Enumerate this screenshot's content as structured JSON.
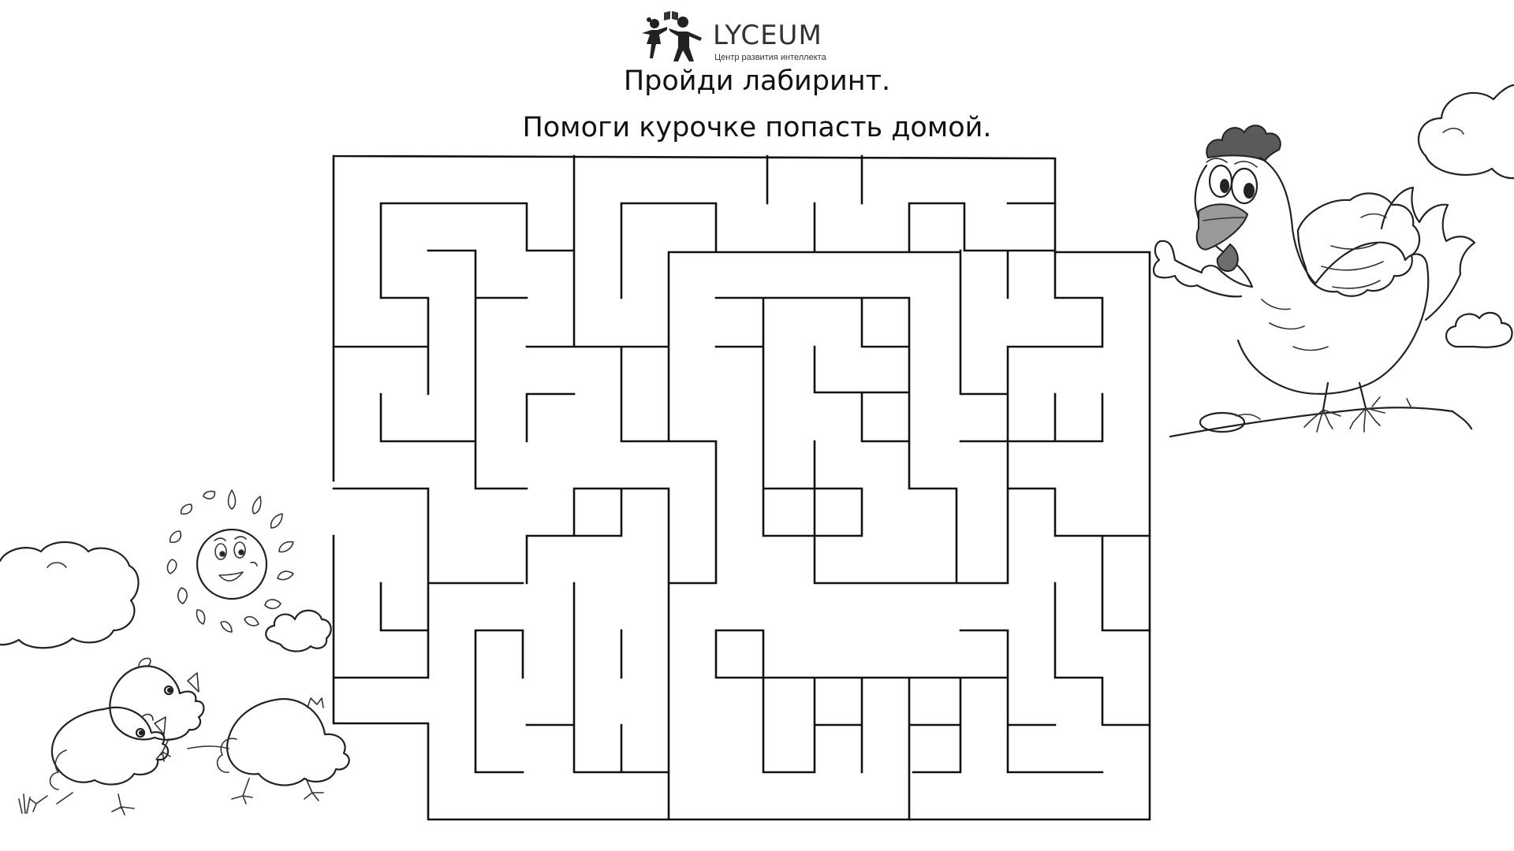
{
  "logo": {
    "name": "LYCEUM",
    "tagline": "Центр развития интеллекта"
  },
  "worksheet": {
    "title": "Пройди лабиринт.",
    "instruction": "Помоги курочке попасть домой."
  },
  "illustrations": {
    "hen": "hen-with-egg-on-branch",
    "chicks": "three-chicks",
    "sun": "smiling-sun",
    "clouds": "clouds"
  },
  "colors": {
    "ink": "#111111",
    "background": "#ffffff",
    "hen_comb": "#5a5a5a",
    "hen_beak": "#9a9a9a"
  }
}
